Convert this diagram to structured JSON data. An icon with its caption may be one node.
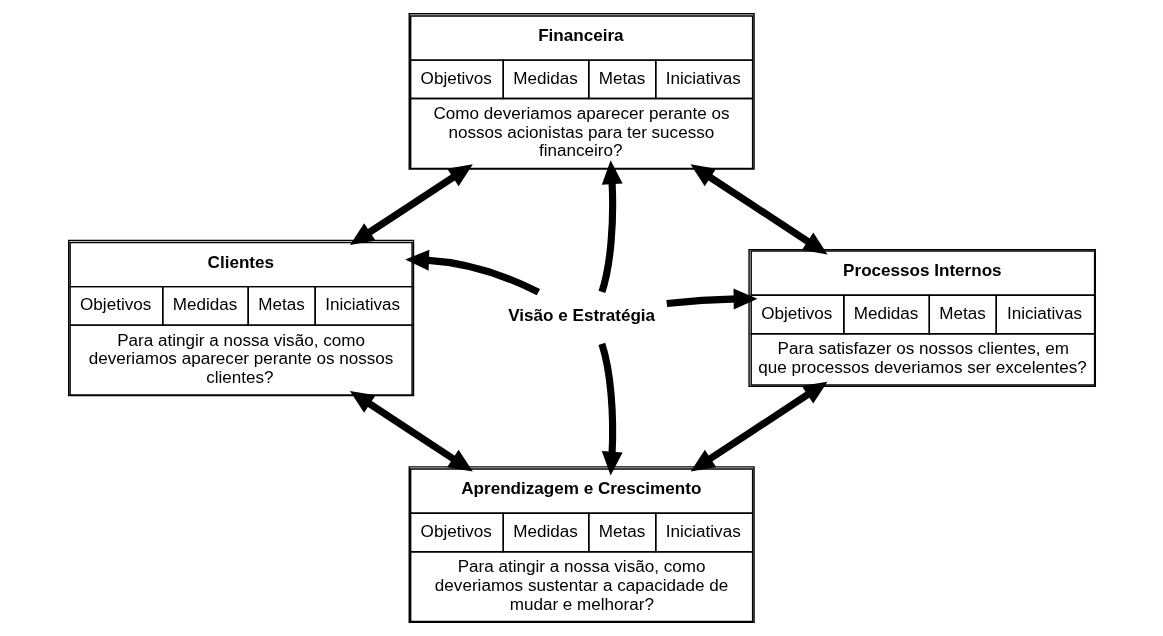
{
  "diagram": {
    "nodes": [
      {
        "text": [
          "Financeira",
          "Objetivos",
          "Medidas",
          "Metas",
          "Iniciativas",
          "Como deveriamos aparecer perante os nossos acionistas para ter sucesso financeiro?"
        ]
      },
      {
        "text": [
          "Clientes",
          "Objetivos",
          "Medidas",
          "Metas",
          "Iniciativas",
          "Para atingir a nossa visão, como deveriamos aparecer perante os nossos clientes?"
        ]
      },
      {
        "text": [
          "Visão e Estratégia"
        ]
      },
      {
        "text": [
          "Processos Internos",
          "Objetivos",
          "Medidas",
          "Metas",
          "Iniciativas",
          "Para satisfazer os nossos clientes, em que processos deveriamos ser excelentes?"
        ]
      },
      {
        "text": [
          "Aprendizagem e Crescimento",
          "Objetivos",
          "Medidas",
          "Metas",
          "Iniciativas",
          "Para atingir a nossa visão, como deveriamos sustentar a capacidade de mudar e melhorar?"
        ]
      }
    ],
    "edges": [
      {
        "from": 2,
        "to": 0,
        "arrow": "to"
      },
      {
        "from": 2,
        "to": 1,
        "arrow": "to"
      },
      {
        "from": 2,
        "to": 3,
        "arrow": "to"
      },
      {
        "from": 2,
        "to": 4,
        "arrow": "to"
      },
      {
        "from": 1,
        "to": 0,
        "arrow": "both"
      },
      {
        "from": 0,
        "to": 3,
        "arrow": "both"
      },
      {
        "from": 3,
        "to": 4,
        "arrow": "both"
      },
      {
        "from": 4,
        "to": 1,
        "arrow": "both"
      }
    ]
  }
}
